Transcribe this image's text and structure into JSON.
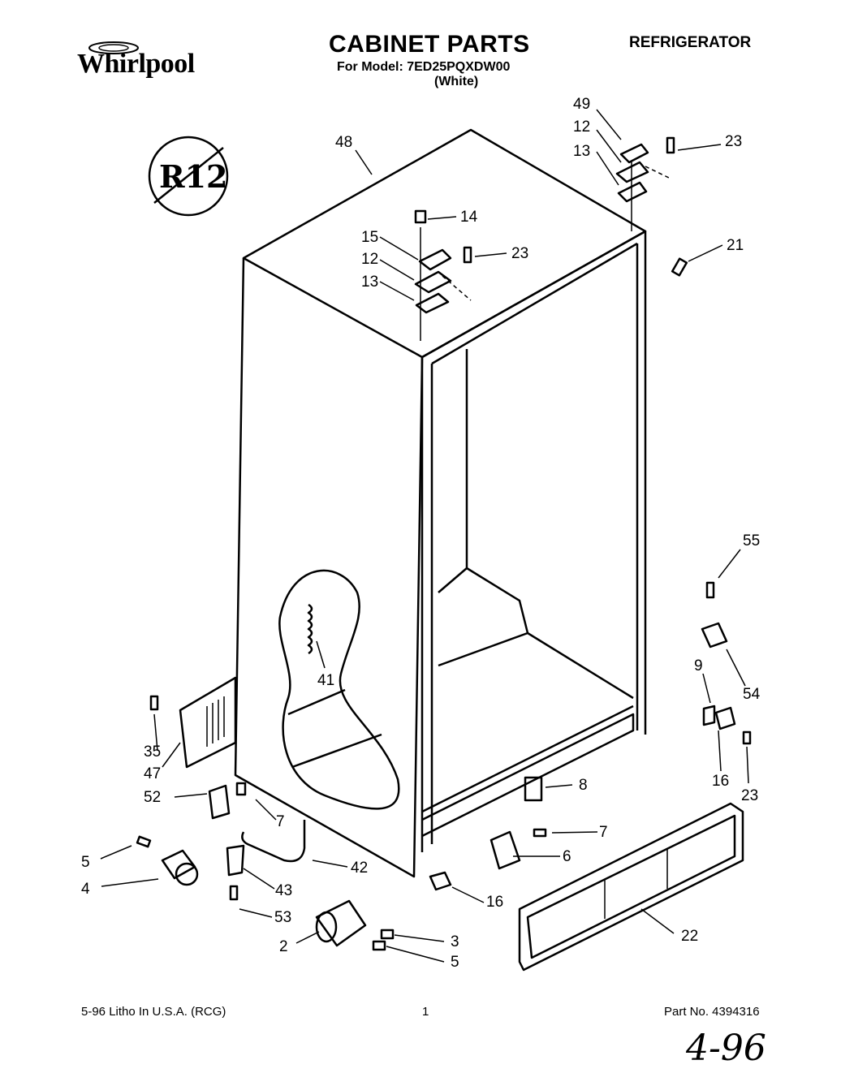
{
  "header": {
    "brand": "Whirlpool",
    "title": "CABINET PARTS",
    "model_line": "For Model: 7ED25PQXDW00",
    "color": "(White)",
    "category": "REFRIGERATOR"
  },
  "badge": {
    "text": "R12",
    "icon": "no-r12-icon"
  },
  "callouts": [
    {
      "id": "48",
      "label": "48"
    },
    {
      "id": "49",
      "label": "49"
    },
    {
      "id": "12a",
      "label": "12"
    },
    {
      "id": "13a",
      "label": "13"
    },
    {
      "id": "23a",
      "label": "23"
    },
    {
      "id": "14",
      "label": "14"
    },
    {
      "id": "15",
      "label": "15"
    },
    {
      "id": "12b",
      "label": "12"
    },
    {
      "id": "13b",
      "label": "13"
    },
    {
      "id": "23b",
      "label": "23"
    },
    {
      "id": "21",
      "label": "21"
    },
    {
      "id": "55",
      "label": "55"
    },
    {
      "id": "54",
      "label": "54"
    },
    {
      "id": "9",
      "label": "9"
    },
    {
      "id": "41",
      "label": "41"
    },
    {
      "id": "35",
      "label": "35"
    },
    {
      "id": "47",
      "label": "47"
    },
    {
      "id": "52",
      "label": "52"
    },
    {
      "id": "7a",
      "label": "7"
    },
    {
      "id": "8",
      "label": "8"
    },
    {
      "id": "16a",
      "label": "16"
    },
    {
      "id": "23c",
      "label": "23"
    },
    {
      "id": "5a",
      "label": "5"
    },
    {
      "id": "4",
      "label": "4"
    },
    {
      "id": "42",
      "label": "42"
    },
    {
      "id": "43",
      "label": "43"
    },
    {
      "id": "7b",
      "label": "7"
    },
    {
      "id": "6",
      "label": "6"
    },
    {
      "id": "53",
      "label": "53"
    },
    {
      "id": "16b",
      "label": "16"
    },
    {
      "id": "22",
      "label": "22"
    },
    {
      "id": "3",
      "label": "3"
    },
    {
      "id": "2",
      "label": "2"
    },
    {
      "id": "5b",
      "label": "5"
    }
  ],
  "footer": {
    "litho": "5-96 Litho In U.S.A. (RCG)",
    "page": "1",
    "part_no": "Part No. 4394316"
  },
  "handwritten_note": "4-96"
}
